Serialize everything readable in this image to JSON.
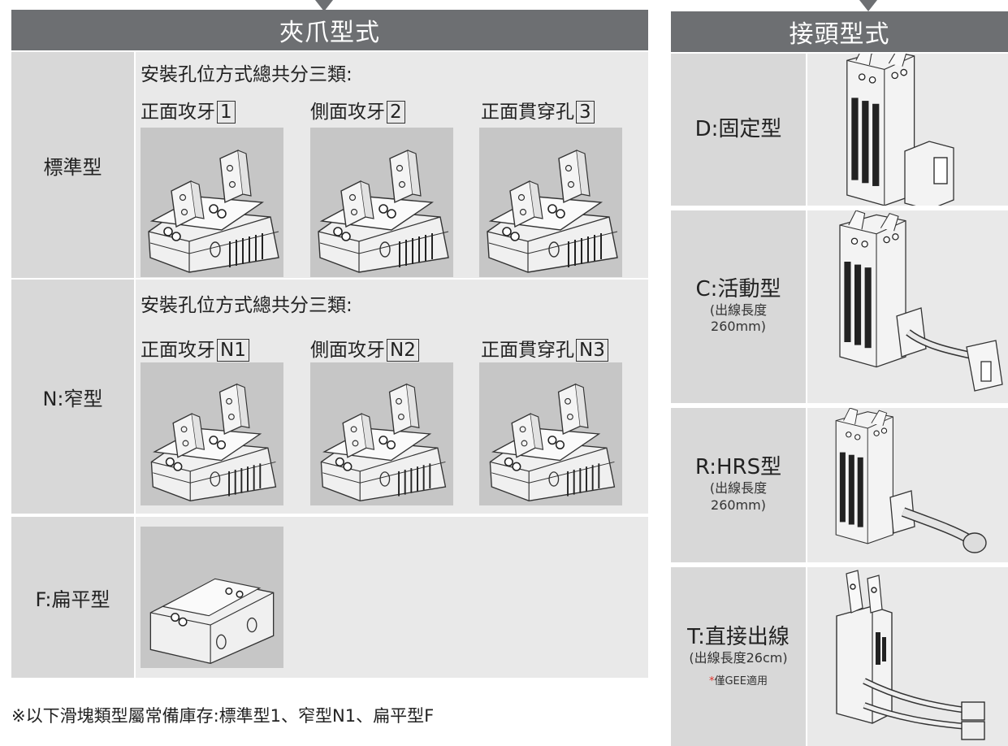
{
  "left": {
    "header": "夾爪型式",
    "rows": [
      {
        "label": "標準型",
        "caption": "安裝孔位方式總共分三類:",
        "options": [
          {
            "text": "正面攻牙",
            "code": "1"
          },
          {
            "text": "側面攻牙",
            "code": "2"
          },
          {
            "text": "正面貫穿孔",
            "code": "3"
          }
        ]
      },
      {
        "label": "N:窄型",
        "caption": "安裝孔位方式總共分三類:",
        "options": [
          {
            "text": "正面攻牙",
            "code": "N1"
          },
          {
            "text": "側面攻牙",
            "code": "N2"
          },
          {
            "text": "正面貫穿孔",
            "code": "N3"
          }
        ]
      },
      {
        "label": "F:扁平型"
      }
    ],
    "footnote": "※以下滑塊類型屬常備庫存:標準型1、窄型N1、扁平型F"
  },
  "right": {
    "header": "接頭型式",
    "rows": [
      {
        "label": "D:固定型"
      },
      {
        "label": "C:活動型",
        "sub1": "(出線長度",
        "sub2": "260mm)"
      },
      {
        "label": "R:HRS型",
        "sub1": "(出線長度",
        "sub2": "260mm)"
      },
      {
        "label": "T:直接出線",
        "sub1": "(出線長度26cm)",
        "note_mark": "*",
        "note": "僅GEE適用"
      }
    ]
  },
  "colors": {
    "header_bg": "#6d6f72",
    "label_bg": "#d8d8d8",
    "cell_bg": "#e9e9e9",
    "photo_bg": "#c6c6c6",
    "accent_red": "#e0342b"
  }
}
